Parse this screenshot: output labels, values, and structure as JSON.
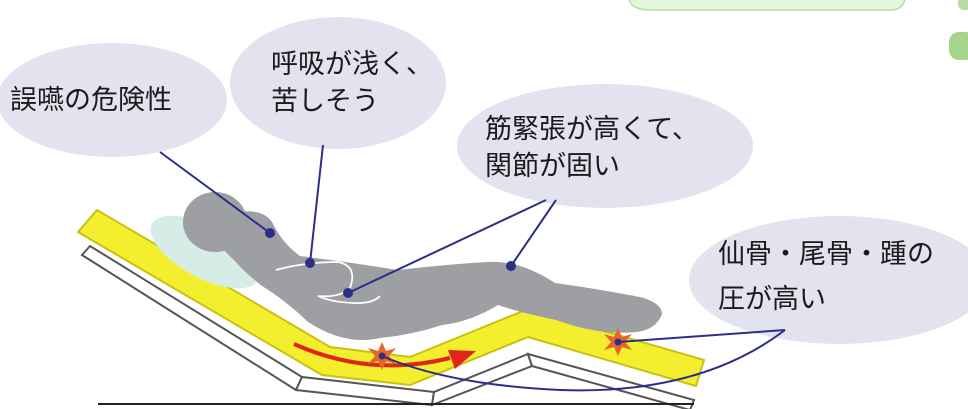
{
  "colors": {
    "bubble_fill": "#e3e2ef",
    "leader_line": "#2b2f8a",
    "mattress_fill": "#f3ef2f",
    "mattress_edge": "#c9c110",
    "bed_frame": "#555555",
    "body_fill": "#9d9fa3",
    "pillow_fill": "#d6ece6",
    "top_tab_fill": "#e4f5da",
    "top_tab_edge": "#b7dda2",
    "arrow_red": "#e0251c",
    "pressure_burst": "#e8652a"
  },
  "labels": {
    "aspiration": "誤嚥の危険性",
    "breathing_l1": "呼吸が浅く、",
    "breathing_l2": "苦しそう",
    "tension_l1": "筋緊張が高くて、",
    "tension_l2": "関節が固い",
    "pressure_l1": "仙骨・尾骨・踵の",
    "pressure_l2": "圧が高い"
  },
  "icons": {
    "pressure_point": "pressure-burst-icon",
    "slide_arrow": "red-arrow-icon"
  }
}
